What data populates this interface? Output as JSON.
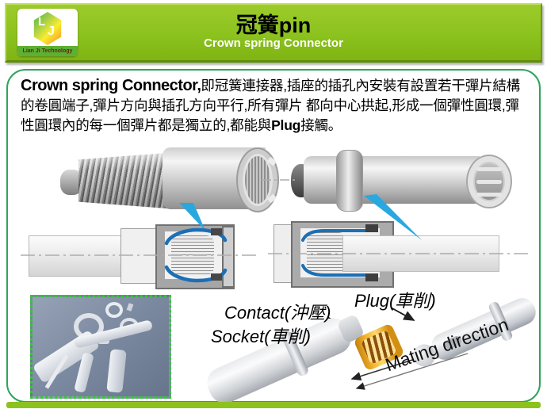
{
  "header": {
    "logo": {
      "monogram_l": "L",
      "monogram_j": "J",
      "company": "Lian Ji Technology"
    },
    "title": "冠簧pin",
    "subtitle": "Crown spring Connector"
  },
  "intro": {
    "lead": "Crown spring Connector,",
    "text_before_plug": "即冠簧連接器,插座的插孔內安裝有設置若干彈片結構的卷圓端子,彈片方向與插孔方向平行,所有彈片 都向中心拱起,形成一個彈性圓環,彈性圓環內的每一個彈片都是獨立的,都能與",
    "plug_bold": "Plug",
    "text_after_plug": "接觸。"
  },
  "exploded_view": {
    "contact_label": "Contact(沖壓)",
    "socket_label": "Socket(車削)",
    "plug_label": "Plug(車削)",
    "mating_label": "Mating direction"
  },
  "colors": {
    "header_green": "#8cc21e",
    "panel_border_green": "#2fa45b",
    "callout_blue": "#29a8e0",
    "section_blue": "#1d6fb5",
    "contact_gold": "#e09a18",
    "photo_border_green": "#2ecc2e"
  }
}
